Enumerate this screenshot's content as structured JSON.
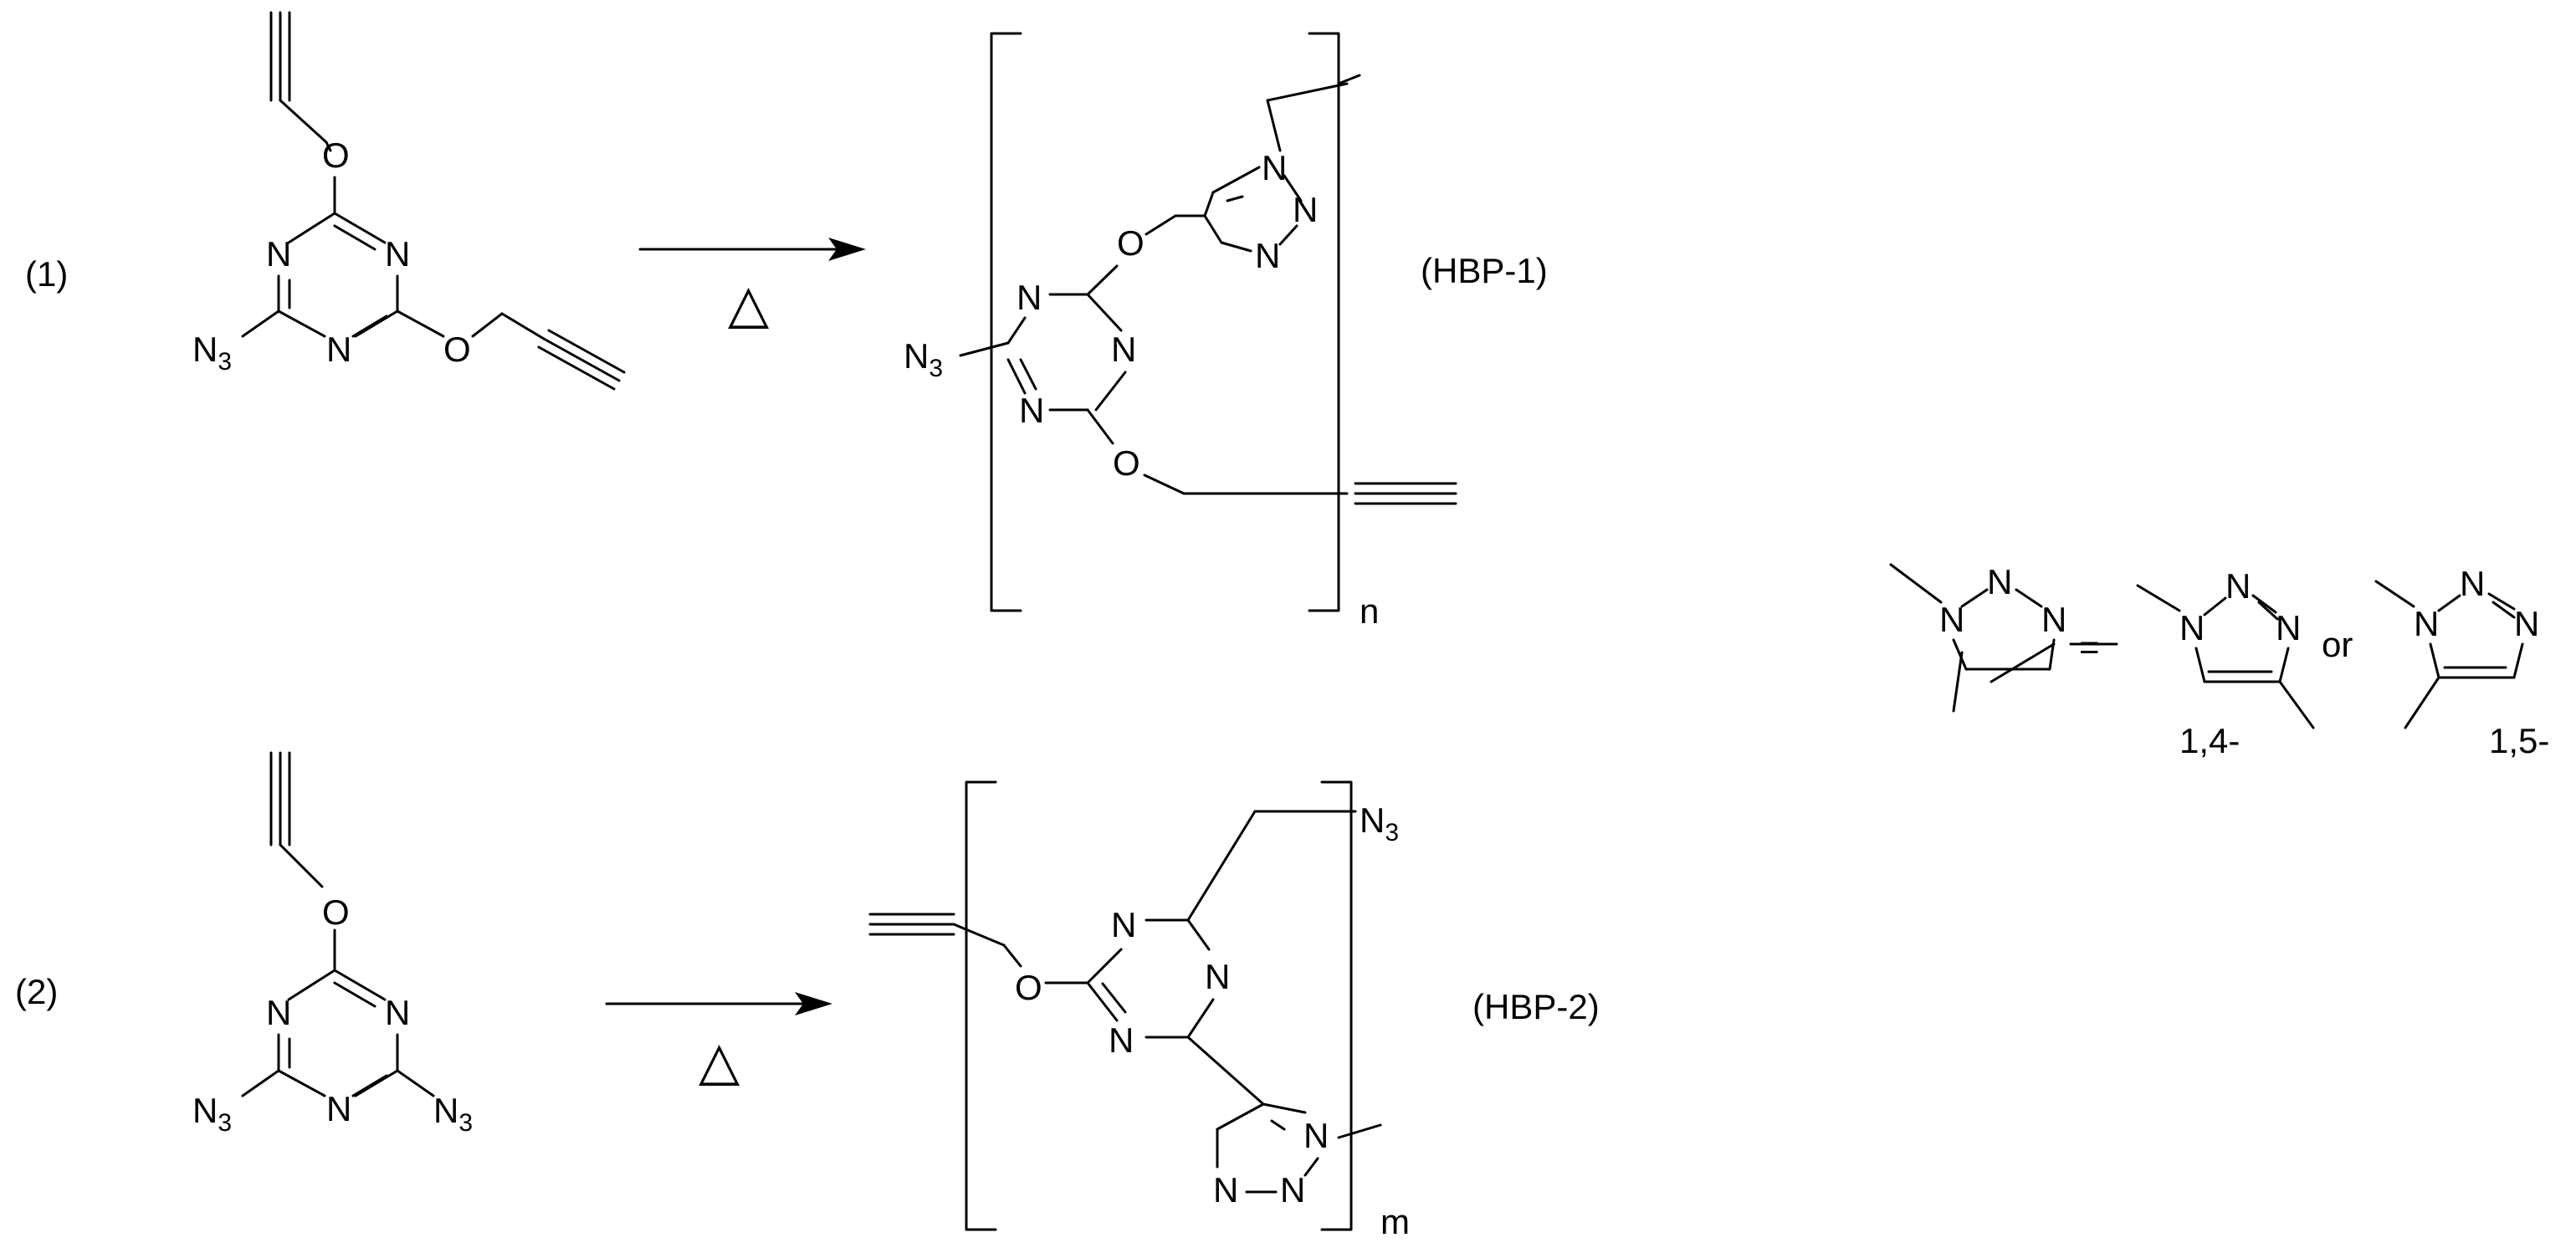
{
  "reactions": [
    {
      "number": "(1)",
      "reactant": {
        "left_group": "N",
        "left_group_subscript": "3",
        "ring_atoms": [
          "N",
          "N",
          "N"
        ],
        "oxygens": [
          "O",
          "O"
        ]
      },
      "condition_symbol": "△",
      "product": {
        "label": "(HBP-1)",
        "repeat_index": "n",
        "end_group": "N",
        "end_group_subscript": "3",
        "ring_atoms": [
          "N",
          "N",
          "N"
        ],
        "triazole_atoms": [
          "N",
          "N",
          "N"
        ],
        "oxygens": [
          "O",
          "O"
        ]
      }
    },
    {
      "number": "(2)",
      "reactant": {
        "left_group": "N",
        "left_group_subscript": "3",
        "right_group": "N",
        "right_group_subscript": "3",
        "ring_atoms": [
          "N",
          "N",
          "N"
        ],
        "oxygens": [
          "O"
        ]
      },
      "condition_symbol": "△",
      "product": {
        "label": "(HBP-2)",
        "repeat_index": "m",
        "end_group": "N",
        "end_group_subscript": "3",
        "ring_atoms": [
          "N",
          "N",
          "N"
        ],
        "triazole_atoms": [
          "N",
          "N",
          "N"
        ],
        "oxygens": [
          "O"
        ]
      }
    }
  ],
  "legend": {
    "generic_atoms": [
      "N",
      "N",
      "N"
    ],
    "equals": "=",
    "isomer_14": {
      "atoms": [
        "N",
        "N",
        "N"
      ],
      "label": "1,4-"
    },
    "connector": "or",
    "isomer_15": {
      "atoms": [
        "N",
        "N",
        "N"
      ],
      "label": "1,5-"
    }
  }
}
